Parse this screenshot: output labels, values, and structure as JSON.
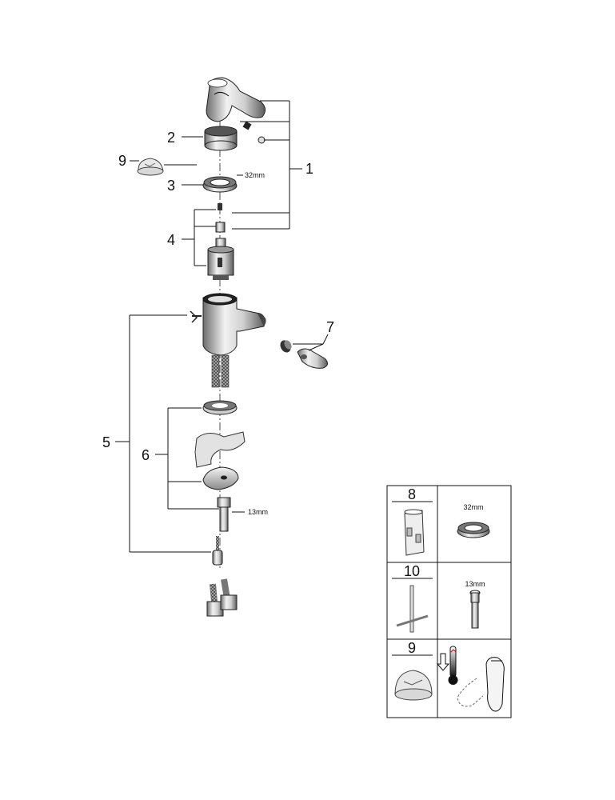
{
  "diagram": {
    "labels": {
      "p1": "1",
      "p2": "2",
      "p3": "3",
      "p4": "4",
      "p5": "5",
      "p6": "6",
      "p7": "7",
      "p9": "9"
    },
    "dimensions": {
      "cap_nut": "32mm",
      "hex_part": "13mm"
    }
  },
  "tools_table": {
    "rows": [
      {
        "number": "8",
        "dimension": "32mm"
      },
      {
        "number": "10",
        "dimension": "13mm"
      },
      {
        "number": "9",
        "dimension": ""
      }
    ]
  },
  "icons": [
    "hot-water-temperature-icon",
    "down-arrow-icon"
  ],
  "colors": {
    "line": "#111111",
    "part_light": "#e6e6e6",
    "part_dark": "#555555"
  }
}
